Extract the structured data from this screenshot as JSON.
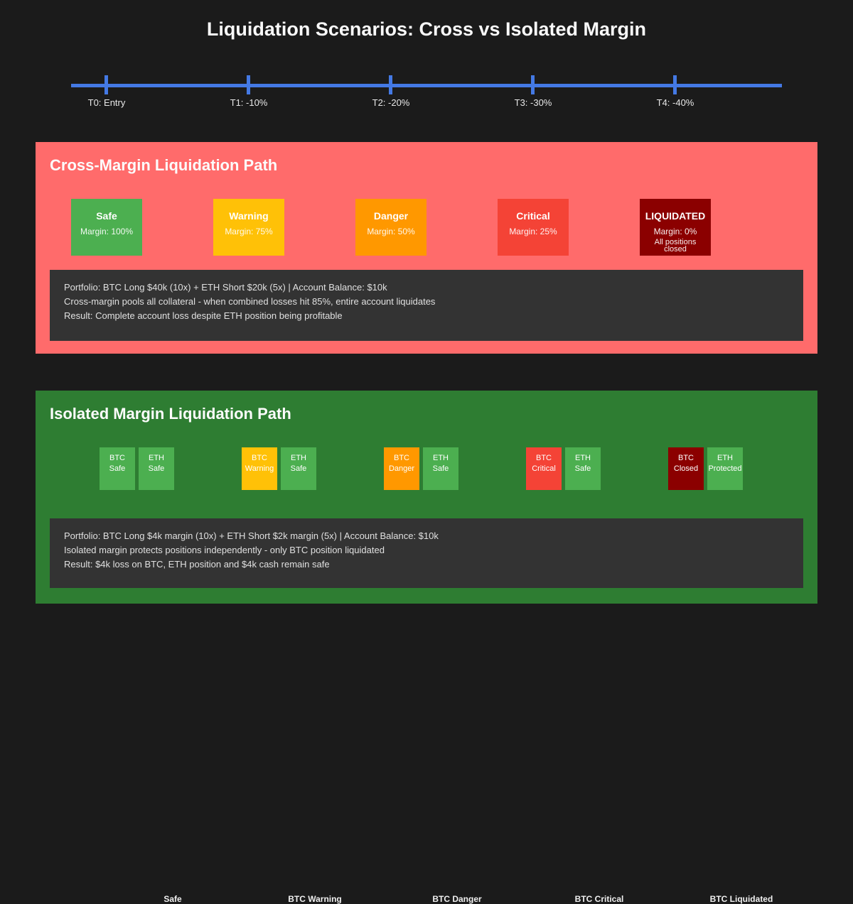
{
  "page_title": "Liquidation Scenarios: Cross vs Isolated Margin",
  "colors": {
    "page_bg": "#1B1B1B",
    "timeline_blue": "#4479E4",
    "cross_panel_bg": "#FF6B6B",
    "isolated_panel_bg": "#2E7D32",
    "info_box_bg": "#333333",
    "safe_green": "#4CAF50",
    "warning_gold": "#FFC107",
    "danger_orange": "#FF9800",
    "critical_red": "#F44336",
    "liquidated_darkred": "#8B0000"
  },
  "timeline": {
    "points": [
      {
        "label": "T0: Entry"
      },
      {
        "label": "T1: -10%"
      },
      {
        "label": "T2: -20%"
      },
      {
        "label": "T3: -30%"
      },
      {
        "label": "T4: -40%"
      }
    ]
  },
  "cross_panel": {
    "title": "Cross-Margin Liquidation Path",
    "stages": [
      {
        "name": "Safe",
        "detail": "Margin: 100%",
        "color": "#4CAF50"
      },
      {
        "name": "Warning",
        "detail": "Margin: 75%",
        "color": "#FFC107"
      },
      {
        "name": "Danger",
        "detail": "Margin: 50%",
        "color": "#FF9800"
      },
      {
        "name": "Critical",
        "detail": "Margin: 25%",
        "color": "#F44336"
      },
      {
        "name": "LIQUIDATED",
        "detail": "Margin: 0%",
        "extra": "All positions closed",
        "color": "#8B0000"
      }
    ],
    "info_lines": [
      "Portfolio: BTC Long $40k (10x) + ETH Short $20k (5x) | Account Balance: $10k",
      "Cross-margin pools all collateral - when combined losses hit 85%, entire account liquidates",
      "Result: Complete account loss despite ETH position being profitable"
    ]
  },
  "isolated_panel": {
    "title": "Isolated Margin Liquidation Path",
    "stages": [
      {
        "btc_line1": "BTC",
        "btc_line2": "Safe",
        "btc_color": "#4CAF50",
        "eth_line1": "ETH",
        "eth_line2": "Safe",
        "eth_color": "#4CAF50",
        "label": "Safe"
      },
      {
        "btc_line1": "BTC",
        "btc_line2": "Warning",
        "btc_color": "#FFC107",
        "eth_line1": "ETH",
        "eth_line2": "Safe",
        "eth_color": "#4CAF50",
        "label": "BTC Warning"
      },
      {
        "btc_line1": "BTC",
        "btc_line2": "Danger",
        "btc_color": "#FF9800",
        "eth_line1": "ETH",
        "eth_line2": "Safe",
        "eth_color": "#4CAF50",
        "label": "BTC Danger"
      },
      {
        "btc_line1": "BTC",
        "btc_line2": "Critical",
        "btc_color": "#F44336",
        "eth_line1": "ETH",
        "eth_line2": "Safe",
        "eth_color": "#4CAF50",
        "label": "BTC Critical"
      },
      {
        "btc_line1": "BTC",
        "btc_line2": "Closed",
        "btc_color": "#8B0000",
        "eth_line1": "ETH",
        "eth_line2": "Protected",
        "eth_color": "#4CAF50",
        "label": "BTC Liquidated"
      }
    ],
    "info_lines": [
      "Portfolio: BTC Long $4k margin (10x) + ETH Short $2k margin (5x) | Account Balance: $10k",
      "Isolated margin protects positions independently - only BTC position liquidated",
      "Result: $4k loss on BTC, ETH position and $4k cash remain safe"
    ]
  }
}
